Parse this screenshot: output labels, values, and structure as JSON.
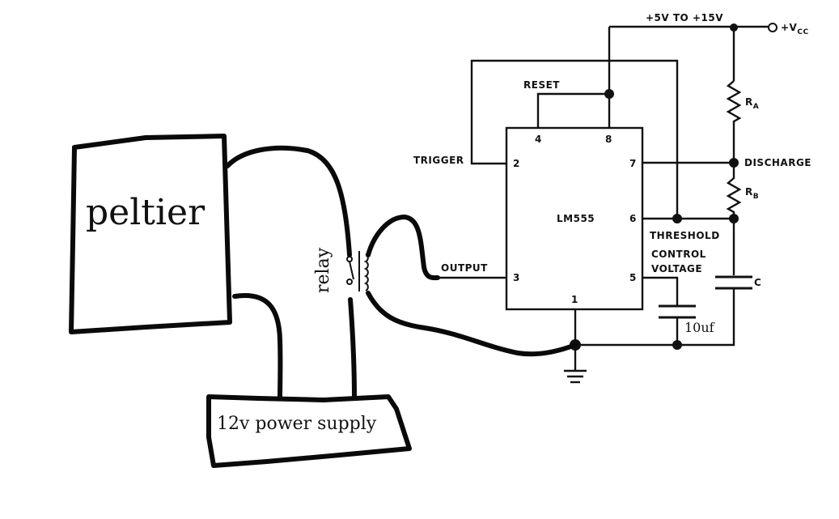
{
  "labels": {
    "supply": "+5V TO +15V",
    "vcc": "+V",
    "vcc_sub": "CC",
    "reset": "RESET",
    "trigger": "TRIGGER",
    "output": "OUTPUT",
    "discharge": "DISCHARGE",
    "threshold": "THRESHOLD",
    "control_line1": "CONTROL",
    "control_line2": "VOLTAGE",
    "chip": "LM555",
    "ra": "R",
    "ra_sub": "A",
    "rb": "R",
    "rb_sub": "B",
    "cap_c": "C",
    "cap_10uf": "10uf",
    "peltier": "peltier",
    "relay": "relay",
    "power_supply": "12v power supply"
  },
  "pins": {
    "p4": "4",
    "p8": "8",
    "p2": "2",
    "p7": "7",
    "p6": "6",
    "p3": "3",
    "p5": "5",
    "p1": "1"
  },
  "colors": {
    "ink": "#111111",
    "relay_label": "#6b1f1f",
    "background": "#ffffff"
  }
}
